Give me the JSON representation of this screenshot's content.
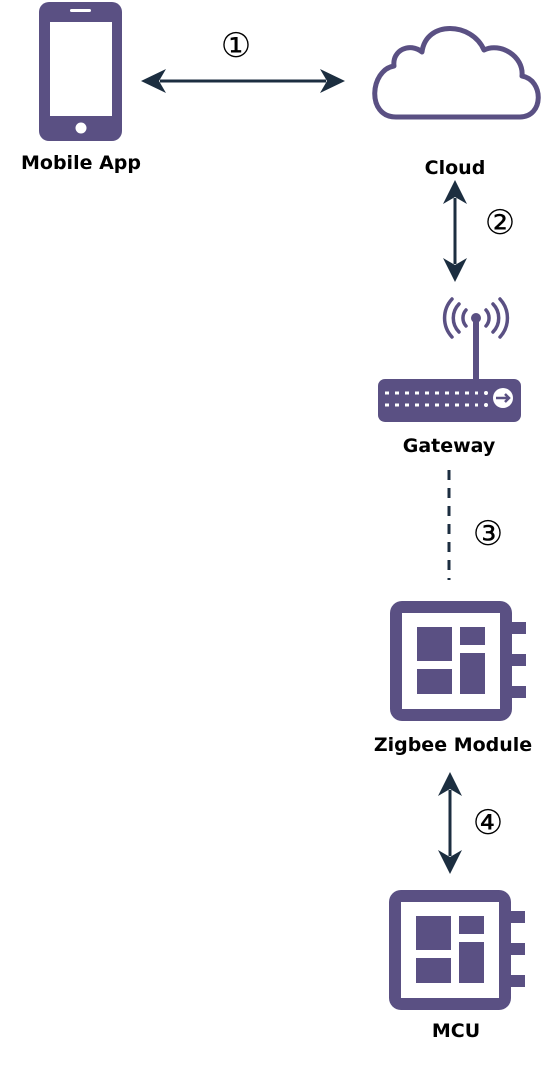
{
  "colors": {
    "icon": "#5a5083",
    "connector": "#1c2e40",
    "background": "#ffffff",
    "text": "#000000"
  },
  "nodes": {
    "mobile_app": {
      "label": "Mobile App",
      "icon": "smartphone-icon"
    },
    "cloud": {
      "label": "Cloud",
      "icon": "cloud-icon"
    },
    "gateway": {
      "label": "Gateway",
      "icon": "wireless-router-icon"
    },
    "zigbee_module": {
      "label": "Zigbee Module",
      "icon": "chip-module-icon"
    },
    "mcu": {
      "label": "MCU",
      "icon": "chip-module-icon"
    }
  },
  "links": [
    {
      "id": "1",
      "marker": "①",
      "from": "Mobile App",
      "to": "Cloud",
      "style": "solid-bidirectional"
    },
    {
      "id": "2",
      "marker": "②",
      "from": "Cloud",
      "to": "Gateway",
      "style": "solid-bidirectional"
    },
    {
      "id": "3",
      "marker": "③",
      "from": "Gateway",
      "to": "Zigbee Module",
      "style": "dashed"
    },
    {
      "id": "4",
      "marker": "④",
      "from": "Zigbee Module",
      "to": "MCU",
      "style": "solid-bidirectional"
    }
  ]
}
